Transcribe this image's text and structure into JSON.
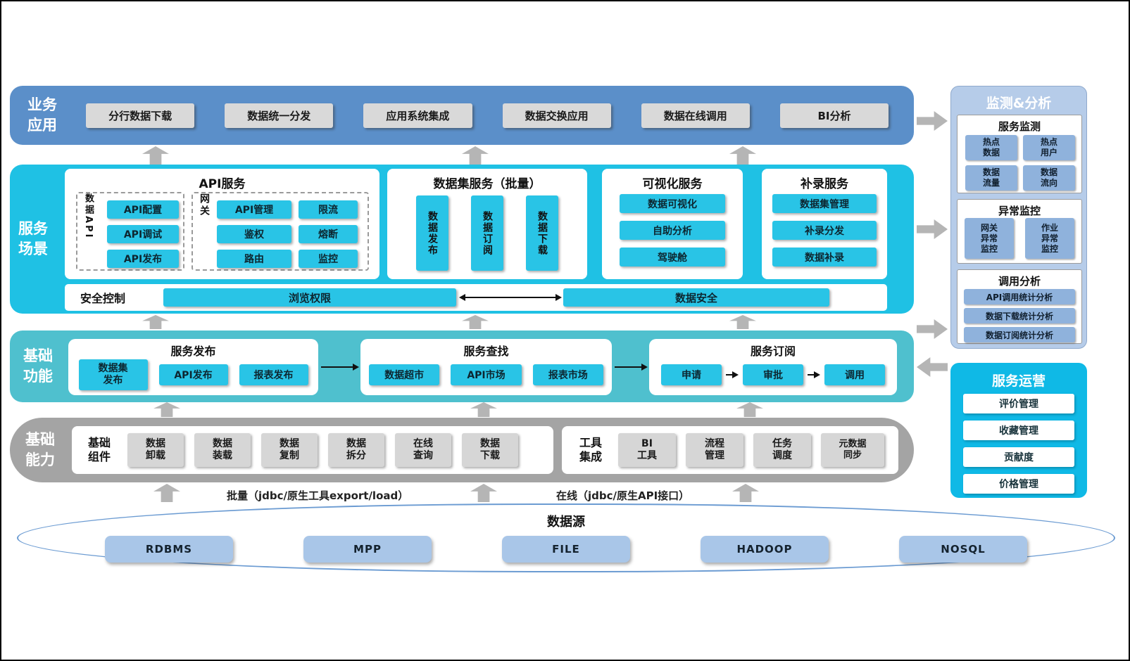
{
  "colors": {
    "business_layer": "#5b8fc9",
    "scene_layer": "#1fc1e4",
    "cyan_button": "#29c4e6",
    "basic_func_layer": "#4fc0ce",
    "basic_ability_layer": "#a4a4a4",
    "gray_button": "#d9d9d9",
    "monitor_panel": "#b6cce9",
    "blue_button": "#8fb2dc",
    "operation_panel": "#0fb9e6",
    "datasource_button": "#a9c6e8",
    "arrow": "#b5b5b5"
  },
  "business": {
    "label": "业务\n应用",
    "items": [
      "分行数据下载",
      "数据统一分发",
      "应用系统集成",
      "数据交换应用",
      "数据在线调用",
      "BI分析"
    ]
  },
  "scene": {
    "label": "服务\n场景",
    "api": {
      "title": "API服务",
      "data_api_label": "数据API",
      "data_api_items": [
        "API配置",
        "API调试",
        "API发布"
      ],
      "gateway_label": "网关",
      "gateway_items": [
        "API管理",
        "限流",
        "鉴权",
        "熔断",
        "路由",
        "监控"
      ]
    },
    "dataset": {
      "title": "数据集服务（批量）",
      "items": [
        "数据发布",
        "数据订阅",
        "数据下载"
      ]
    },
    "visual": {
      "title": "可视化服务",
      "items": [
        "数据可视化",
        "自助分析",
        "驾驶舱"
      ]
    },
    "makeup": {
      "title": "补录服务",
      "items": [
        "数据集管理",
        "补录分发",
        "数据补录"
      ]
    },
    "security": {
      "title": "安全控制",
      "left": "浏览权限",
      "right": "数据安全"
    }
  },
  "basic_func": {
    "label": "基础\n功能",
    "publish": {
      "title": "服务发布",
      "items": [
        "数据集\n发布",
        "API发布",
        "报表发布"
      ]
    },
    "find": {
      "title": "服务查找",
      "items": [
        "数据超市",
        "API市场",
        "报表市场"
      ]
    },
    "subscribe": {
      "title": "服务订阅",
      "items": [
        "申请",
        "审批",
        "调用"
      ]
    }
  },
  "basic_ability": {
    "label": "基础\n能力",
    "components": {
      "title": "基础\n组件",
      "items": [
        "数据\n卸载",
        "数据\n装载",
        "数据\n复制",
        "数据\n拆分",
        "在线\n查询",
        "数据\n下载"
      ]
    },
    "tools": {
      "title": "工具\n集成",
      "items": [
        "BI\n工具",
        "流程\n管理",
        "任务\n调度",
        "元数据\n同步"
      ]
    }
  },
  "channels": {
    "batch": "批量（jdbc/原生工具export/load）",
    "online": "在线（jdbc/原生API接口）"
  },
  "datasource": {
    "title": "数据源",
    "items": [
      "RDBMS",
      "MPP",
      "FILE",
      "HADOOP",
      "NOSQL"
    ]
  },
  "monitor": {
    "title": "监测&分析",
    "service_monitor": {
      "title": "服务监测",
      "items": [
        "热点\n数据",
        "热点\n用户",
        "数据\n流量",
        "数据\n流向"
      ]
    },
    "exception": {
      "title": "异常监控",
      "items": [
        "网关\n异常\n监控",
        "作业\n异常\n监控"
      ]
    },
    "analysis": {
      "title": "调用分析",
      "items": [
        "API调用统计分析",
        "数据下载统计分析",
        "数据订阅统计分析"
      ]
    }
  },
  "operation": {
    "title": "服务运营",
    "items": [
      "评价管理",
      "收藏管理",
      "贡献度",
      "价格管理"
    ]
  }
}
